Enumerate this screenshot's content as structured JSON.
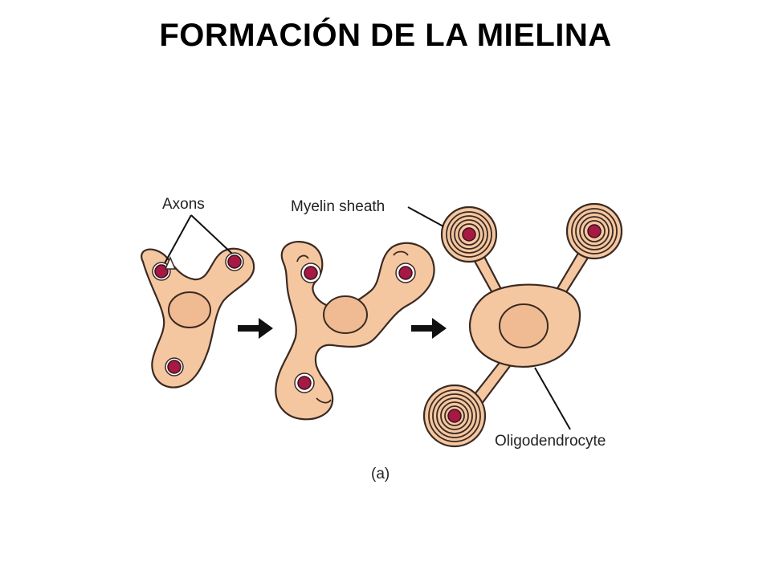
{
  "title": "FORMACIÓN DE LA MIELINA",
  "labels": {
    "axons": "Axons",
    "myelin_sheath": "Myelin sheath",
    "oligodendrocyte": "Oligodendrocyte",
    "panel": "(a)"
  },
  "colors": {
    "cytoplasm": "#f5c7a1",
    "axon": "#a51942",
    "outline": "#3a2a22"
  }
}
